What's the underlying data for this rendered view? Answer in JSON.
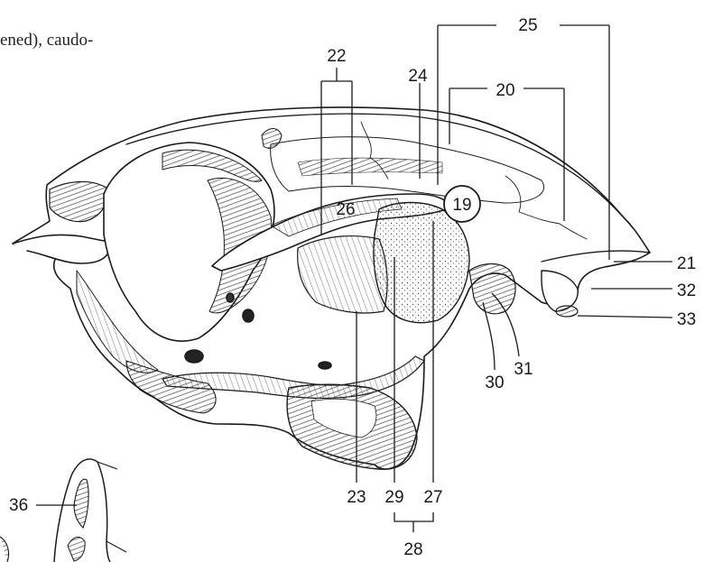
{
  "caption_fragment": "ened), caudo-",
  "callouts": {
    "n19": "19",
    "n20": "20",
    "n21": "21",
    "n22": "22",
    "n23": "23",
    "n24": "24",
    "n25": "25",
    "n26": "26",
    "n27": "27",
    "n28": "28",
    "n29": "29",
    "n30": "30",
    "n31": "31",
    "n32": "32",
    "n33": "33",
    "n36": "36"
  }
}
